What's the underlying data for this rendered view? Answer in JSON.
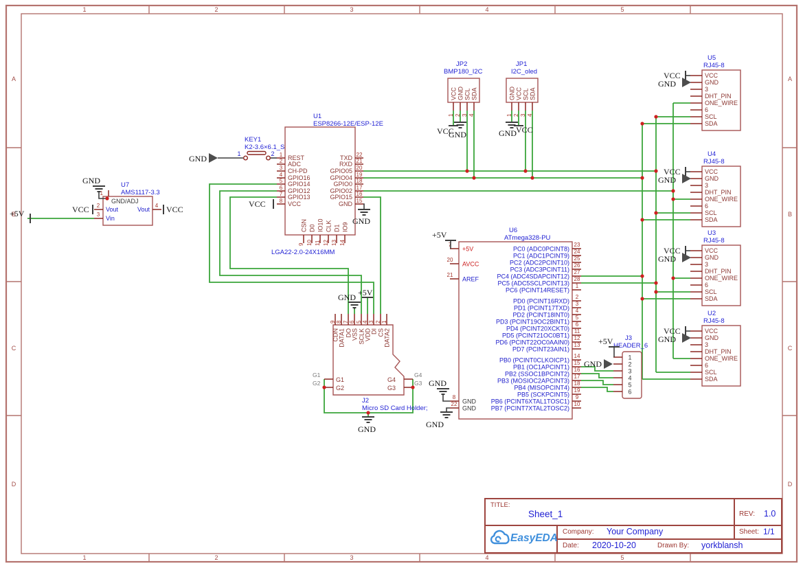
{
  "sheet": {
    "columns": [
      "1",
      "2",
      "3",
      "4",
      "5"
    ],
    "rows": [
      "A",
      "B",
      "C",
      "D"
    ]
  },
  "nets": {
    "vcc": "VCC",
    "gnd": "GND",
    "p5v": "+5V"
  },
  "components": {
    "U7": {
      "ref": "U7",
      "value": "AMS1117-3.3",
      "pins": [
        {
          "num": "1",
          "name": "GND/ADJ"
        },
        {
          "num": "2",
          "name": "Vout"
        },
        {
          "num": "3",
          "name": "Vin"
        },
        {
          "num": "4",
          "name": "Vout"
        }
      ]
    },
    "KEY1": {
      "ref": "KEY1",
      "value": "K2-3.6×6.1_SMD",
      "pins": [
        {
          "num": "1"
        },
        {
          "num": "2"
        }
      ]
    },
    "U1": {
      "ref": "U1",
      "value": "ESP8266-12E/ESP-12E",
      "footprint": "LGA22-2.0-24X16MM",
      "left_pins": [
        {
          "num": "1",
          "name": "REST"
        },
        {
          "num": "2",
          "name": "ADC"
        },
        {
          "num": "3",
          "name": "CH-PD"
        },
        {
          "num": "4",
          "name": "GPIO16"
        },
        {
          "num": "5",
          "name": "GPIO14"
        },
        {
          "num": "6",
          "name": "GPIO12"
        },
        {
          "num": "7",
          "name": "GPIO13"
        },
        {
          "num": "8",
          "name": "VCC"
        }
      ],
      "right_pins": [
        {
          "num": "22",
          "name": "TXD"
        },
        {
          "num": "21",
          "name": "RXD"
        },
        {
          "num": "20",
          "name": "GPIO05"
        },
        {
          "num": "19",
          "name": "GPIO04"
        },
        {
          "num": "18",
          "name": "GPIO0"
        },
        {
          "num": "17",
          "name": "GPIO02"
        },
        {
          "num": "16",
          "name": "GPIO15"
        },
        {
          "num": "15",
          "name": "GND"
        }
      ],
      "bottom_pins": [
        {
          "num": "9",
          "name": "CSN"
        },
        {
          "num": "10",
          "name": "D0"
        },
        {
          "num": "11",
          "name": "IO10"
        },
        {
          "num": "12",
          "name": "CLK"
        },
        {
          "num": "13",
          "name": "D1"
        },
        {
          "num": "14",
          "name": "IO9"
        }
      ]
    },
    "JP2": {
      "ref": "JP2",
      "value": "BMP180_I2C",
      "pins": [
        {
          "num": "1",
          "name": "VCC"
        },
        {
          "num": "2",
          "name": "GND"
        },
        {
          "num": "3",
          "name": "SCL"
        },
        {
          "num": "4",
          "name": "SDA"
        }
      ]
    },
    "JP1": {
      "ref": "JP1",
      "value": "I2C_oled",
      "pins": [
        {
          "num": "1",
          "name": "GND"
        },
        {
          "num": "2",
          "name": "VCC"
        },
        {
          "num": "3",
          "name": "SCL"
        },
        {
          "num": "4",
          "name": "SDA"
        }
      ]
    },
    "U5": {
      "ref": "U5",
      "value": "RJ45-8",
      "pin_names": [
        "VCC",
        "GND",
        "3",
        "DHT_PIN",
        "ONE_WIRE",
        "6",
        "SCL",
        "SDA"
      ]
    },
    "U4": {
      "ref": "U4",
      "value": "RJ45-8",
      "pin_names": [
        "VCC",
        "GND",
        "3",
        "DHT_PIN",
        "ONE_WIRE",
        "6",
        "SCL",
        "SDA"
      ]
    },
    "U3": {
      "ref": "U3",
      "value": "RJ45-8",
      "pin_names": [
        "VCC",
        "GND",
        "3",
        "DHT_PIN",
        "ONE_WIRE",
        "6",
        "SCL",
        "SDA"
      ]
    },
    "U2": {
      "ref": "U2",
      "value": "RJ45-8",
      "pin_names": [
        "VCC",
        "GND",
        "3",
        "DHT_PIN",
        "ONE_WIRE",
        "6",
        "SCL",
        "SDA"
      ]
    },
    "U6": {
      "ref": "U6",
      "value": "ATmega328-PU",
      "left_pins": [
        {
          "num": "7",
          "name": "+5V",
          "style": "red"
        },
        {
          "num": "20",
          "name": "AVCC",
          "style": "red"
        },
        {
          "num": "21",
          "name": "AREF",
          "style": "blue"
        },
        {
          "num": "8",
          "name": "GND",
          "style": "dark"
        },
        {
          "num": "22",
          "name": "GND",
          "style": "dark"
        }
      ],
      "right_pins": [
        {
          "num": "23",
          "name": "PC0 (ADC0PCINT8)"
        },
        {
          "num": "24",
          "name": "PC1 (ADC1PCINT9)"
        },
        {
          "num": "25",
          "name": "PC2 (ADC2PCINT10)"
        },
        {
          "num": "26",
          "name": "PC3 (ADC3PCINT11)"
        },
        {
          "num": "27",
          "name": "PC4 (ADC4SDAPCINT12)"
        },
        {
          "num": "28",
          "name": "PC5 (ADC5SCLPCINT13)"
        },
        {
          "num": "1",
          "name": "PC6 (PCINT14RESET)"
        },
        {
          "num": "2",
          "name": "PD0 (PCINT16RXD)"
        },
        {
          "num": "3",
          "name": "PD1 (PCINT17TXD)"
        },
        {
          "num": "4",
          "name": "PD2 (PCINT18INT0)"
        },
        {
          "num": "5",
          "name": "PD3 (PCINT19OC2BINT1)"
        },
        {
          "num": "6",
          "name": "PD4 (PCINT20XCKT0)"
        },
        {
          "num": "11",
          "name": "PD5 (PCINT21OC0BT1)"
        },
        {
          "num": "12",
          "name": "PD6 (PCINT22OC0AAIN0)"
        },
        {
          "num": "13",
          "name": "PD7 (PCINT23AIN1)"
        },
        {
          "num": "14",
          "name": "PB0 (PCINT0CLKOICP1)"
        },
        {
          "num": "15",
          "name": "PB1 (OC1APCINT1)"
        },
        {
          "num": "16",
          "name": "PB2 (SSOC1BPCINT2)"
        },
        {
          "num": "17",
          "name": "PB3 (MOSIOC2APCINT3)"
        },
        {
          "num": "18",
          "name": "PB4 (MISOPCINT4)"
        },
        {
          "num": "19",
          "name": "PB5 (SCKPCINT5)"
        },
        {
          "num": "9",
          "name": "PB6 (PCINT6XTAL1TOSC1)"
        },
        {
          "num": "10",
          "name": "PB7 (PCINT7XTAL2TOSC2)"
        }
      ]
    },
    "J2": {
      "ref": "J2",
      "value": "Micro SD Card Holder;",
      "top_pins": [
        {
          "num": "9",
          "name": "CDN"
        },
        {
          "num": "8",
          "name": "DATA1"
        },
        {
          "num": "7",
          "name": "DO"
        },
        {
          "num": "6",
          "name": "VSS"
        },
        {
          "num": "5",
          "name": "SCLK"
        },
        {
          "num": "4",
          "name": "VDD"
        },
        {
          "num": "3",
          "name": "DI"
        },
        {
          "num": "2",
          "name": "CS"
        },
        {
          "num": "1",
          "name": "DATA2"
        }
      ],
      "left_pins": [
        "G1",
        "G2"
      ],
      "right_pins": [
        "G4",
        "G3"
      ],
      "net_flags": [
        "G1",
        "G2",
        "G4",
        "G3"
      ]
    },
    "J3": {
      "ref": "J3",
      "value": "HEADER_6",
      "pins": [
        "1",
        "2",
        "3",
        "4",
        "5",
        "6"
      ]
    }
  },
  "title_block": {
    "title_label": "TITLE:",
    "title": "Sheet_1",
    "rev_label": "REV:",
    "rev": "1.0",
    "company_label": "Company:",
    "company": "Your Company",
    "sheet_label": "Sheet:",
    "sheet": "1/1",
    "date_label": "Date:",
    "date": "2020-10-20",
    "drawn_by_label": "Drawn By:",
    "drawn_by": "yorkblansh",
    "logo": "EasyEDA"
  }
}
